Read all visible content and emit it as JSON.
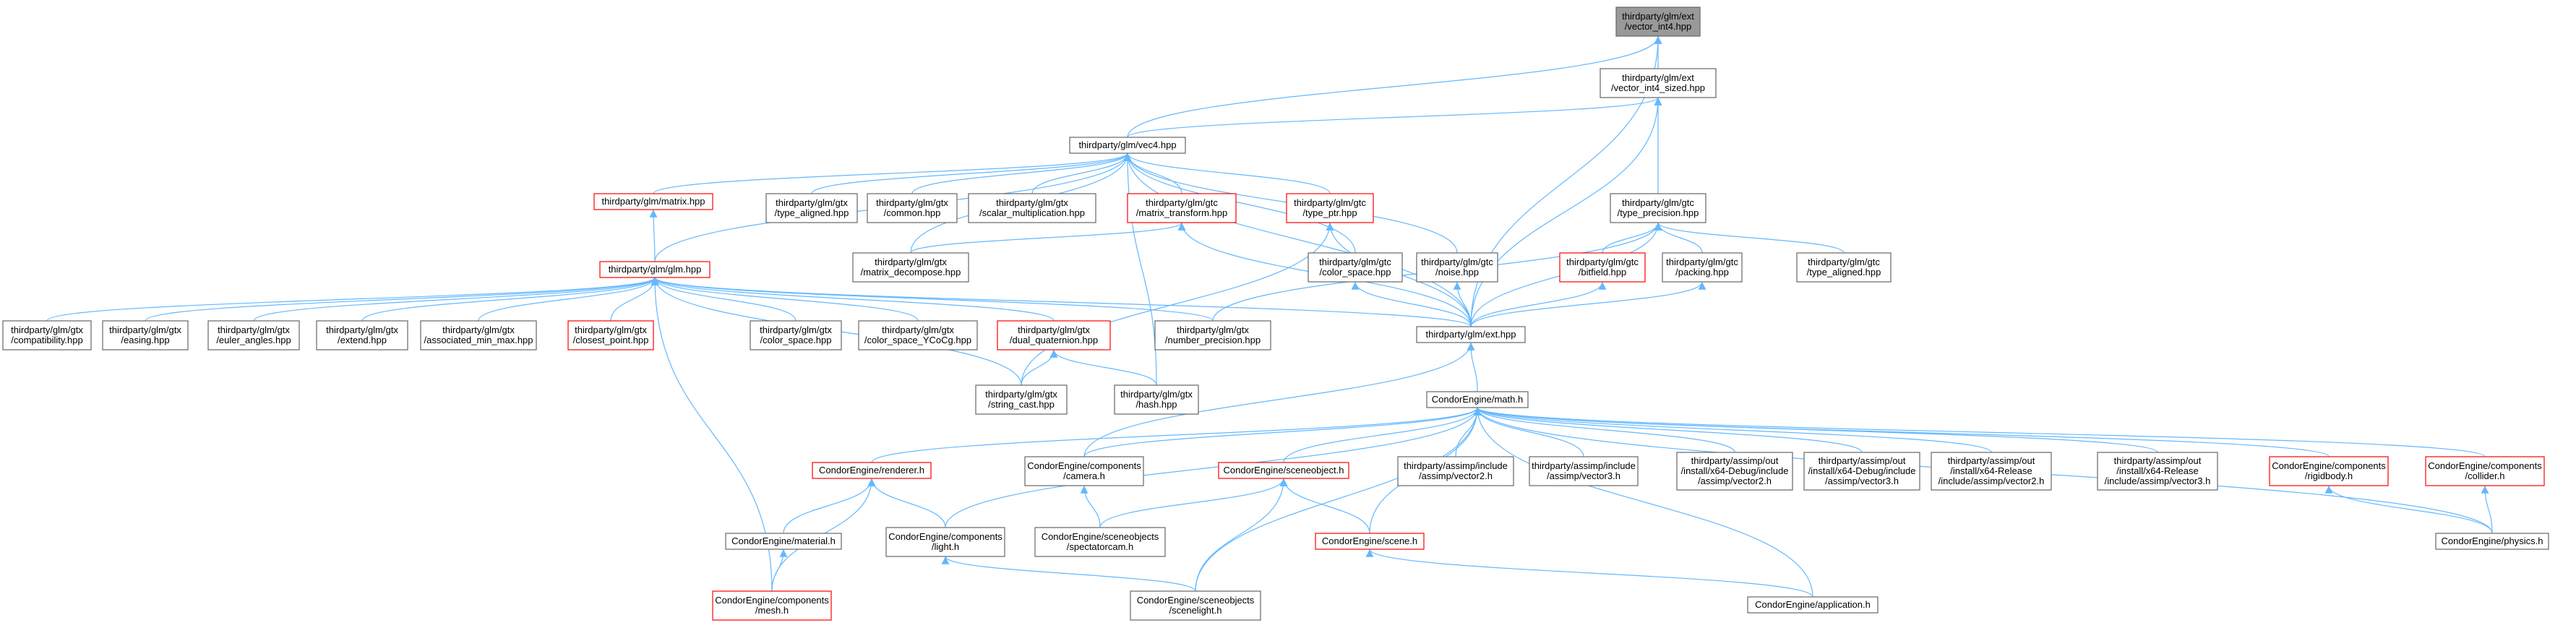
{
  "colors": {
    "edge": "#63b8ff",
    "node_border": "#666666",
    "node_border_red": "#ff0000",
    "root_fill": "#999999",
    "node_fill": "#ffffff"
  },
  "nodes": [
    {
      "id": "root",
      "lines": [
        "thirdparty/glm/ext",
        "/vector_int4.hpp"
      ],
      "style": "root"
    },
    {
      "id": "vis",
      "lines": [
        "thirdparty/glm/ext",
        "/vector_int4_sized.hpp"
      ],
      "style": "normal"
    },
    {
      "id": "vec4",
      "lines": [
        "thirdparty/glm/vec4.hpp"
      ],
      "style": "normal"
    },
    {
      "id": "tprec",
      "lines": [
        "thirdparty/glm/gtc",
        "/type_precision.hpp"
      ],
      "style": "normal"
    },
    {
      "id": "matrix",
      "lines": [
        "thirdparty/glm/matrix.hpp"
      ],
      "style": "red"
    },
    {
      "id": "gtx_ta",
      "lines": [
        "thirdparty/glm/gtx",
        "/type_aligned.hpp"
      ],
      "style": "normal"
    },
    {
      "id": "gtx_common",
      "lines": [
        "thirdparty/glm/gtx",
        "/common.hpp"
      ],
      "style": "normal"
    },
    {
      "id": "gtx_scalar",
      "lines": [
        "thirdparty/glm/gtx",
        "/scalar_multiplication.hpp"
      ],
      "style": "normal"
    },
    {
      "id": "gtc_mt",
      "lines": [
        "thirdparty/glm/gtc",
        "/matrix_transform.hpp"
      ],
      "style": "red"
    },
    {
      "id": "gtc_tp",
      "lines": [
        "thirdparty/glm/gtc",
        "/type_ptr.hpp"
      ],
      "style": "red"
    },
    {
      "id": "glm",
      "lines": [
        "thirdparty/glm/glm.hpp"
      ],
      "style": "red"
    },
    {
      "id": "gtx_md",
      "lines": [
        "thirdparty/glm/gtx",
        "/matrix_decompose.hpp"
      ],
      "style": "normal"
    },
    {
      "id": "gtc_cs",
      "lines": [
        "thirdparty/glm/gtc",
        "/color_space.hpp"
      ],
      "style": "normal"
    },
    {
      "id": "gtc_noise",
      "lines": [
        "thirdparty/glm/gtc",
        "/noise.hpp"
      ],
      "style": "normal"
    },
    {
      "id": "gtc_bf",
      "lines": [
        "thirdparty/glm/gtc",
        "/bitfield.hpp"
      ],
      "style": "red"
    },
    {
      "id": "gtc_pack",
      "lines": [
        "thirdparty/glm/gtc",
        "/packing.hpp"
      ],
      "style": "normal"
    },
    {
      "id": "gtc_ta",
      "lines": [
        "thirdparty/glm/gtc",
        "/type_aligned.hpp"
      ],
      "style": "normal"
    },
    {
      "id": "gtx_compat",
      "lines": [
        "thirdparty/glm/gtx",
        "/compatibility.hpp"
      ],
      "style": "normal"
    },
    {
      "id": "gtx_easing",
      "lines": [
        "thirdparty/glm/gtx",
        "/easing.hpp"
      ],
      "style": "normal"
    },
    {
      "id": "gtx_euler",
      "lines": [
        "thirdparty/glm/gtx",
        "/euler_angles.hpp"
      ],
      "style": "normal"
    },
    {
      "id": "gtx_extend",
      "lines": [
        "thirdparty/glm/gtx",
        "/extend.hpp"
      ],
      "style": "normal"
    },
    {
      "id": "gtx_amm",
      "lines": [
        "thirdparty/glm/gtx",
        "/associated_min_max.hpp"
      ],
      "style": "normal"
    },
    {
      "id": "gtx_cp",
      "lines": [
        "thirdparty/glm/gtx",
        "/closest_point.hpp"
      ],
      "style": "red"
    },
    {
      "id": "gtx_cs",
      "lines": [
        "thirdparty/glm/gtx",
        "/color_space.hpp"
      ],
      "style": "normal"
    },
    {
      "id": "gtx_ycocg",
      "lines": [
        "thirdparty/glm/gtx",
        "/color_space_YCoCg.hpp"
      ],
      "style": "normal"
    },
    {
      "id": "gtx_dq",
      "lines": [
        "thirdparty/glm/gtx",
        "/dual_quaternion.hpp"
      ],
      "style": "red"
    },
    {
      "id": "gtx_np",
      "lines": [
        "thirdparty/glm/gtx",
        "/number_precision.hpp"
      ],
      "style": "normal"
    },
    {
      "id": "ext",
      "lines": [
        "thirdparty/glm/ext.hpp"
      ],
      "style": "normal"
    },
    {
      "id": "gtx_sc",
      "lines": [
        "thirdparty/glm/gtx",
        "/string_cast.hpp"
      ],
      "style": "normal"
    },
    {
      "id": "gtx_hash",
      "lines": [
        "thirdparty/glm/gtx",
        "/hash.hpp"
      ],
      "style": "normal"
    },
    {
      "id": "math",
      "lines": [
        "CondorEngine/math.h"
      ],
      "style": "normal"
    },
    {
      "id": "renderer",
      "lines": [
        "CondorEngine/renderer.h"
      ],
      "style": "red"
    },
    {
      "id": "camera",
      "lines": [
        "CondorEngine/components",
        "/camera.h"
      ],
      "style": "normal"
    },
    {
      "id": "sceneobj",
      "lines": [
        "CondorEngine/sceneobject.h"
      ],
      "style": "red"
    },
    {
      "id": "av2",
      "lines": [
        "thirdparty/assimp/include",
        "/assimp/vector2.h"
      ],
      "style": "normal"
    },
    {
      "id": "av3",
      "lines": [
        "thirdparty/assimp/include",
        "/assimp/vector3.h"
      ],
      "style": "normal"
    },
    {
      "id": "adv2",
      "lines": [
        "thirdparty/assimp/out",
        "/install/x64-Debug/include",
        "/assimp/vector2.h"
      ],
      "style": "normal"
    },
    {
      "id": "adv3",
      "lines": [
        "thirdparty/assimp/out",
        "/install/x64-Debug/include",
        "/assimp/vector3.h"
      ],
      "style": "normal"
    },
    {
      "id": "arv2",
      "lines": [
        "thirdparty/assimp/out",
        "/install/x64-Release",
        "/include/assimp/vector2.h"
      ],
      "style": "normal"
    },
    {
      "id": "arv3",
      "lines": [
        "thirdparty/assimp/out",
        "/install/x64-Release",
        "/include/assimp/vector3.h"
      ],
      "style": "normal"
    },
    {
      "id": "rigid",
      "lines": [
        "CondorEngine/components",
        "/rigidbody.h"
      ],
      "style": "red"
    },
    {
      "id": "collider",
      "lines": [
        "CondorEngine/components",
        "/collider.h"
      ],
      "style": "red"
    },
    {
      "id": "material",
      "lines": [
        "CondorEngine/material.h"
      ],
      "style": "normal"
    },
    {
      "id": "light",
      "lines": [
        "CondorEngine/components",
        "/light.h"
      ],
      "style": "normal"
    },
    {
      "id": "spectator",
      "lines": [
        "CondorEngine/sceneobjects",
        "/spectatorcam.h"
      ],
      "style": "normal"
    },
    {
      "id": "scene",
      "lines": [
        "CondorEngine/scene.h"
      ],
      "style": "red"
    },
    {
      "id": "physics",
      "lines": [
        "CondorEngine/physics.h"
      ],
      "style": "normal"
    },
    {
      "id": "mesh",
      "lines": [
        "CondorEngine/components",
        "/mesh.h"
      ],
      "style": "red"
    },
    {
      "id": "scenelight",
      "lines": [
        "CondorEngine/sceneobjects",
        "/scenelight.h"
      ],
      "style": "normal"
    },
    {
      "id": "app",
      "lines": [
        "CondorEngine/application.h"
      ],
      "style": "normal"
    }
  ],
  "edges": [
    [
      "vis",
      "root"
    ],
    [
      "vec4",
      "root"
    ],
    [
      "ext",
      "root"
    ],
    [
      "vec4",
      "vis"
    ],
    [
      "tprec",
      "vis"
    ],
    [
      "ext",
      "vis"
    ],
    [
      "matrix",
      "vec4"
    ],
    [
      "gtx_ta",
      "vec4"
    ],
    [
      "gtx_common",
      "vec4"
    ],
    [
      "gtx_scalar",
      "vec4"
    ],
    [
      "gtc_mt",
      "vec4"
    ],
    [
      "gtc_tp",
      "vec4"
    ],
    [
      "glm",
      "vec4"
    ],
    [
      "gtx_md",
      "vec4"
    ],
    [
      "gtc_cs",
      "vec4"
    ],
    [
      "gtc_noise",
      "vec4"
    ],
    [
      "gtx_hash",
      "vec4"
    ],
    [
      "ext",
      "vec4"
    ],
    [
      "glm",
      "matrix"
    ],
    [
      "gtx_md",
      "gtc_mt"
    ],
    [
      "ext",
      "gtc_mt"
    ],
    [
      "ext",
      "gtc_tp"
    ],
    [
      "gtx_sc",
      "gtc_tp"
    ],
    [
      "ext",
      "gtc_cs"
    ],
    [
      "ext",
      "gtc_noise"
    ],
    [
      "gtc_bf",
      "tprec"
    ],
    [
      "gtc_pack",
      "tprec"
    ],
    [
      "gtc_ta",
      "tprec"
    ],
    [
      "ext",
      "tprec"
    ],
    [
      "gtx_np",
      "tprec"
    ],
    [
      "ext",
      "gtc_bf"
    ],
    [
      "ext",
      "gtc_pack"
    ],
    [
      "gtx_compat",
      "glm"
    ],
    [
      "gtx_easing",
      "glm"
    ],
    [
      "gtx_euler",
      "glm"
    ],
    [
      "gtx_extend",
      "glm"
    ],
    [
      "gtx_amm",
      "glm"
    ],
    [
      "gtx_cp",
      "glm"
    ],
    [
      "gtx_cs",
      "glm"
    ],
    [
      "gtx_ycocg",
      "glm"
    ],
    [
      "gtx_dq",
      "glm"
    ],
    [
      "gtx_np",
      "glm"
    ],
    [
      "ext",
      "glm"
    ],
    [
      "gtx_sc",
      "glm"
    ],
    [
      "mesh",
      "glm"
    ],
    [
      "gtx_sc",
      "gtx_dq"
    ],
    [
      "gtx_hash",
      "gtx_dq"
    ],
    [
      "math",
      "ext"
    ],
    [
      "camera",
      "ext"
    ],
    [
      "renderer",
      "math"
    ],
    [
      "camera",
      "math"
    ],
    [
      "sceneobj",
      "math"
    ],
    [
      "av2",
      "math"
    ],
    [
      "av3",
      "math"
    ],
    [
      "adv2",
      "math"
    ],
    [
      "adv3",
      "math"
    ],
    [
      "arv2",
      "math"
    ],
    [
      "arv3",
      "math"
    ],
    [
      "rigid",
      "math"
    ],
    [
      "collider",
      "math"
    ],
    [
      "physics",
      "math"
    ],
    [
      "light",
      "math"
    ],
    [
      "scene",
      "math"
    ],
    [
      "scenelight",
      "math"
    ],
    [
      "app",
      "math"
    ],
    [
      "material",
      "renderer"
    ],
    [
      "mesh",
      "renderer"
    ],
    [
      "light",
      "renderer"
    ],
    [
      "spectator",
      "camera"
    ],
    [
      "spectator",
      "sceneobj"
    ],
    [
      "scene",
      "sceneobj"
    ],
    [
      "scenelight",
      "sceneobj"
    ],
    [
      "physics",
      "rigid"
    ],
    [
      "physics",
      "collider"
    ],
    [
      "mesh",
      "material"
    ],
    [
      "scenelight",
      "light"
    ],
    [
      "app",
      "scene"
    ]
  ]
}
